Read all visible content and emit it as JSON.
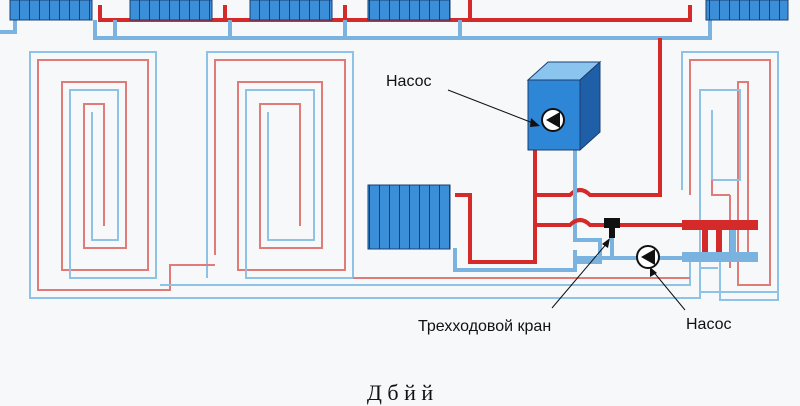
{
  "labels": {
    "pump_top": "Насос",
    "three_way_valve": "Трехходовой кран",
    "pump_bottom": "Насос"
  },
  "caption": "Д         б                                                  й                       й",
  "colors": {
    "hot_pipe": "#d42a2a",
    "cold_pipe": "#7ab3e0",
    "floor_hot": "#e07b78",
    "floor_cold": "#8ec3e6",
    "radiator_fill": "#3b8fd9",
    "radiator_stroke": "#1a3f70",
    "pump_fill": "#2e86d6",
    "pump_top_face": "#8cc4f0",
    "background": "#f7f8fa"
  },
  "icons": [
    "radiator-icon",
    "pump-icon",
    "three-way-valve-icon",
    "manifold-icon",
    "underfloor-loop-icon"
  ]
}
